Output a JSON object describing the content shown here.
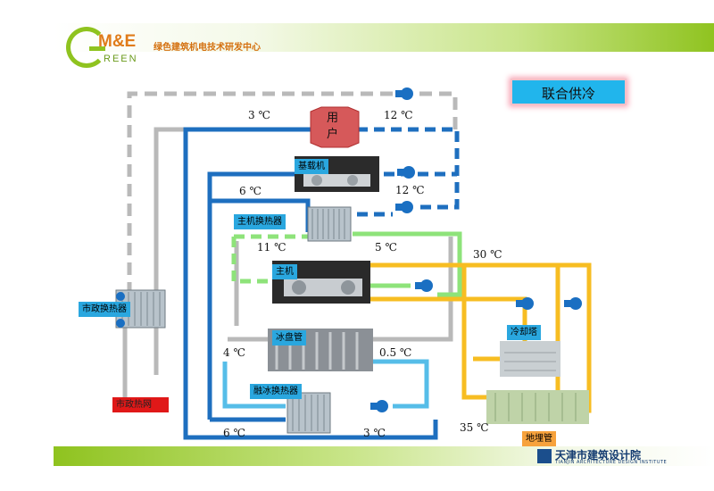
{
  "header": {
    "logo_me": "M&E",
    "logo_green": "REEN",
    "title": "绿色建筑机电技术研发中心"
  },
  "banner": "联合供冷",
  "labels": {
    "user": "用\n户",
    "base_chiller": "基载机",
    "main_hx": "主机换热器",
    "main_chiller": "主机",
    "municipal_hx": "市政换热器",
    "municipal_network": "市政热网",
    "ice_coil": "冰盘管",
    "melt_hx": "融冰换热器",
    "cooling_tower": "冷却塔",
    "ground_pipe": "地埋管"
  },
  "temps": {
    "t_3a": "3 ℃",
    "t_12a": "12 ℃",
    "t_6a": "6 ℃",
    "t_12b": "12 ℃",
    "t_11": "11 ℃",
    "t_5": "5 ℃",
    "t_30": "30 ℃",
    "t_4": "4 ℃",
    "t_05": "0.5 ℃",
    "t_6b": "6 ℃",
    "t_3b": "3 ℃",
    "t_35": "35 ℃"
  },
  "footer": {
    "institute_cn": "天津市建筑设计院",
    "institute_en": "TIANJIN ARCHITECTURE DESIGN INSTITUTE"
  },
  "colors": {
    "blue_line": "#1e6fbf",
    "gray_line": "#b4b4b4",
    "green_line": "#8ee37a",
    "yellow_line": "#f7bd22",
    "light_blue_line": "#56bde8",
    "accent_green": "#8fc31f",
    "banner_blue": "#21b5ec"
  }
}
